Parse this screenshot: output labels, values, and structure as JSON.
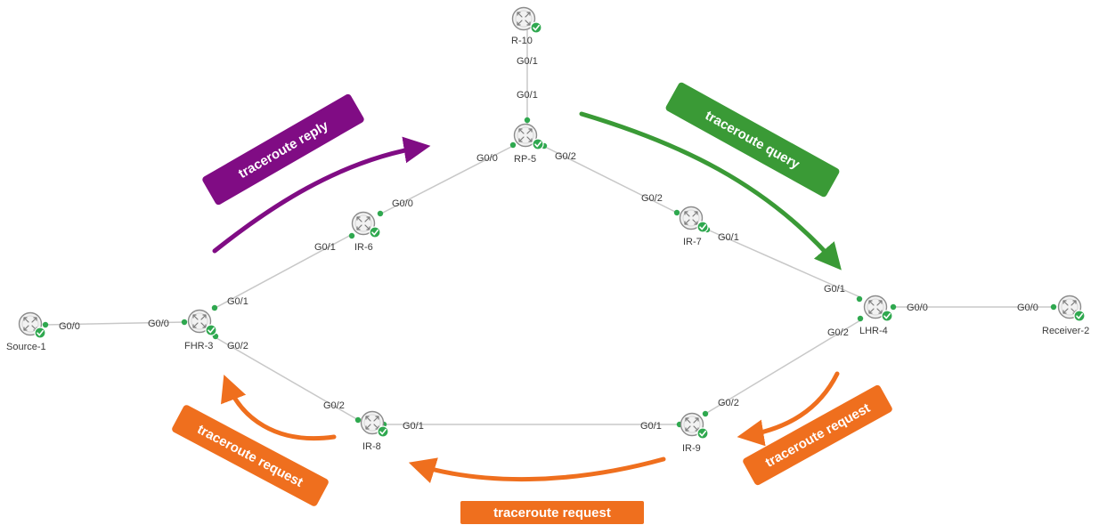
{
  "colors": {
    "link": "#c8c8c8",
    "port_dot": "#2fa84f",
    "reply": "#800c84",
    "query": "#3a9a36",
    "request": "#ef6f1e",
    "check": "#2fa84f"
  },
  "nodes": {
    "r10": "R-10",
    "rp5": "RP-5",
    "ir6": "IR-6",
    "ir7": "IR-7",
    "ir8": "IR-8",
    "ir9": "IR-9",
    "fhr3": "FHR-3",
    "lhr4": "LHR-4",
    "source1": "Source-1",
    "receiver2": "Receiver-2"
  },
  "ports": {
    "r10_rp5_top": "G0/1",
    "r10_rp5_bottom": "G0/1",
    "rp5_left": "G0/0",
    "rp5_right": "G0/2",
    "ir6_rp5": "G0/0",
    "ir6_fhr3": "G0/1",
    "ir7_rp5": "G0/2",
    "ir7_lhr4": "G0/1",
    "fhr3_ir6": "G0/1",
    "fhr3_source": "G0/0",
    "fhr3_ir8": "G0/2",
    "source_fhr3": "G0/0",
    "lhr4_ir7": "G0/1",
    "lhr4_receiver": "G0/0",
    "lhr4_ir9": "G0/2",
    "receiver_lhr4": "G0/0",
    "ir8_fhr3": "G0/2",
    "ir8_ir9": "G0/1",
    "ir9_ir8": "G0/1",
    "ir9_lhr4": "G0/2"
  },
  "tags": {
    "reply": "traceroute reply",
    "query": "traceroute query",
    "request_right": "traceroute request",
    "request_bottom": "traceroute request",
    "request_left": "traceroute request"
  },
  "icons": {
    "router": "router-icon",
    "status": "check-icon"
  }
}
